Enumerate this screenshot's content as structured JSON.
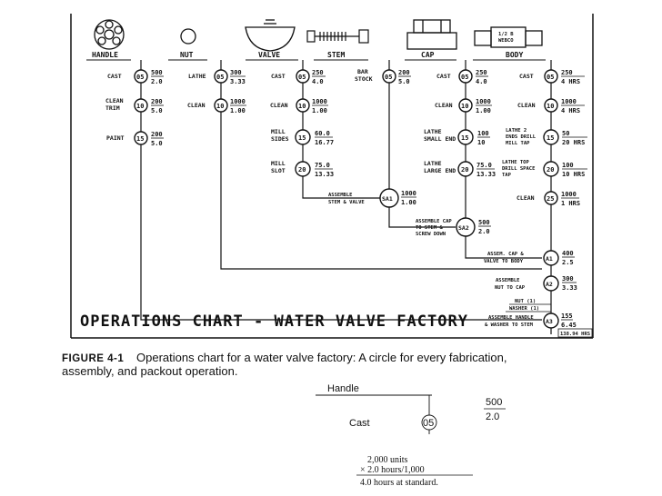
{
  "chart": {
    "headers": [
      "HANDLE",
      "NUT",
      "VALVE",
      "STEM",
      "CAP",
      "BODY"
    ],
    "handle_ops": [
      {
        "label": [
          "CAST"
        ],
        "code": "05",
        "top": "500",
        "bottom": "2.0"
      },
      {
        "label": [
          "CLEAN",
          "TRIM"
        ],
        "code": "10",
        "top": "200",
        "bottom": "5.0"
      },
      {
        "label": [
          "PAINT"
        ],
        "code": "15",
        "top": "200",
        "bottom": "5.0"
      }
    ],
    "nut_ops": [
      {
        "label": [
          "LATHE"
        ],
        "code": "05",
        "top": "300",
        "bottom": "3.33"
      },
      {
        "label": [
          "CLEAN"
        ],
        "code": "10",
        "top": "1000",
        "bottom": "1.00"
      }
    ],
    "valve_ops": [
      {
        "label": [
          "CAST"
        ],
        "code": "05",
        "top": "250",
        "bottom": "4.0"
      },
      {
        "label": [
          "CLEAN"
        ],
        "code": "10",
        "top": "1000",
        "bottom": "1.00"
      },
      {
        "label": [
          "MILL",
          "SIDES"
        ],
        "code": "15",
        "top": "60.0",
        "bottom": "16.77"
      },
      {
        "label": [
          "MILL",
          "SLOT"
        ],
        "code": "20",
        "top": "75.0",
        "bottom": "13.33"
      }
    ],
    "stem_ops": [
      {
        "label": [
          "BAR",
          "STOCK"
        ],
        "code": "05",
        "top": "200",
        "bottom": "5.0"
      }
    ],
    "cap_ops": [
      {
        "label": [
          "CAST"
        ],
        "code": "05",
        "top": "250",
        "bottom": "4.0"
      },
      {
        "label": [
          "CLEAN"
        ],
        "code": "10",
        "top": "1000",
        "bottom": "1.00"
      },
      {
        "label": [
          "LATHE",
          "SMALL END"
        ],
        "code": "15",
        "top": "100",
        "bottom": "10"
      },
      {
        "label": [
          "LATHE",
          "LARGE END"
        ],
        "code": "20",
        "top": "75.0",
        "bottom": "13.33"
      }
    ],
    "body_ops": [
      {
        "label": [
          "CAST"
        ],
        "code": "05",
        "top": "250",
        "bottom": "4 HRS"
      },
      {
        "label": [
          "CLEAN"
        ],
        "code": "10",
        "top": "1000",
        "bottom": "4 HRS"
      },
      {
        "label": [
          "LATHE 2",
          "ENDS DRILL",
          "MILL TAP"
        ],
        "code": "15",
        "top": "50",
        "bottom": "20 HRS"
      },
      {
        "label": [
          "LATHE TOP",
          "DRILL SPACE",
          "TAP"
        ],
        "code": "20",
        "top": "100",
        "bottom": "10 HRS"
      },
      {
        "label": [
          "CLEAN"
        ],
        "code": "25",
        "top": "1000",
        "bottom": "1 HRS"
      }
    ],
    "assemblies": [
      {
        "label": [
          "ASSEMBLE",
          "STEM & VALVE"
        ],
        "code": "SA1",
        "top": "1000",
        "bottom": "1.00"
      },
      {
        "label": [
          "ASSEMBLE CAP",
          "TO STEM &",
          "SCREW DOWN"
        ],
        "code": "SA2",
        "top": "500",
        "bottom": "2.0"
      },
      {
        "label": [
          "ASSEM. CAP &",
          "VALVE TO BODY"
        ],
        "code": "A1",
        "top": "400",
        "bottom": "2.5"
      },
      {
        "label": [
          "ASSEMBLE",
          "NUT TO CAP"
        ],
        "code": "A2",
        "top": "300",
        "bottom": "3.33"
      },
      {
        "label": [
          "ASSEMBLE HANDLE",
          "& WASHER TO STEM"
        ],
        "code": "A3",
        "top": "155",
        "bottom": "6.45"
      }
    ],
    "nut_in": "NUT (1)",
    "washer_in": "WASHER (1)",
    "body_sticker": [
      "1/2 B",
      "WEBCO"
    ],
    "total": "138.94 HRS",
    "big_title": "OPERATIONS CHART - WATER VALVE FACTORY"
  },
  "caption": {
    "fig": "FIGURE 4-1",
    "text_line1": "Operations chart for a water valve factory: A circle for every fabrication,",
    "text_line2": "assembly, and packout operation."
  },
  "example": {
    "header": "Handle",
    "label": "Cast",
    "code": "05",
    "top": "500",
    "bottom": "2.0",
    "calc1": "2,000 units",
    "calc2": "× 2.0 hours/1,000",
    "calc3": "4.0 hours at standard."
  }
}
